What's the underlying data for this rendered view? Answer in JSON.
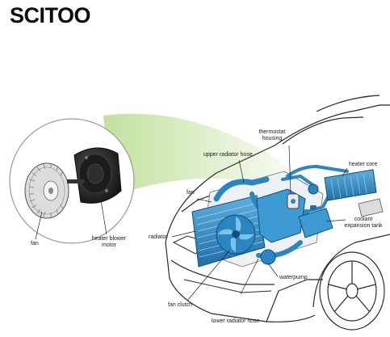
{
  "brand": {
    "logo_text": "SCITOO"
  },
  "labels": {
    "fan_left": "fan",
    "heater_blower_motor": "heater blower motor",
    "thermostat_housing": "thermostat housing",
    "upper_radiator_hose": "upper radiator hose",
    "heater_core": "heater core",
    "fan": "fan",
    "radiator": "radiator",
    "coolant_expansion_tank": "coolant expansion tank",
    "waterpump": "waterpump",
    "fan_clutch": "fan clutch",
    "lower_radiator_hose": "lower radiator hose"
  },
  "colors": {
    "system_blue": "#2a86c2",
    "dark_blue": "#0f4f7f",
    "highlight_green": "#b6dc8c",
    "line_art": "#2b2b2b"
  },
  "icons": [
    "blower-wheel-icon",
    "blower-motor-icon"
  ]
}
